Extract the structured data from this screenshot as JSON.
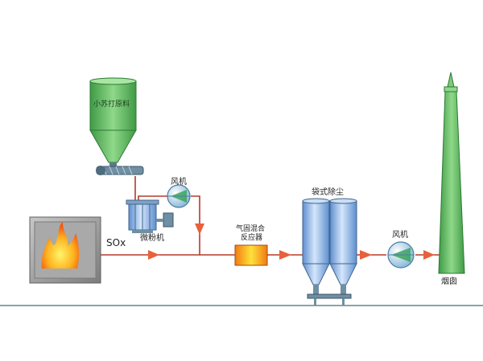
{
  "labels": {
    "silo": "小苏打原料",
    "fan1": "风机",
    "mill": "微粉机",
    "sox": "SOx",
    "reactor_line1": "气固混合",
    "reactor_line2": "反应器",
    "baghouse": "袋式除尘",
    "fan2": "风机",
    "stack": "烟囱"
  },
  "colors": {
    "pipe": "#c0392b",
    "arrow": "#e8603c",
    "silo_green": "#5cb85c",
    "blue_equipment": "#8db8e8",
    "furnace_gray": "#9a9a9a",
    "ground": "#8aa5a8"
  }
}
